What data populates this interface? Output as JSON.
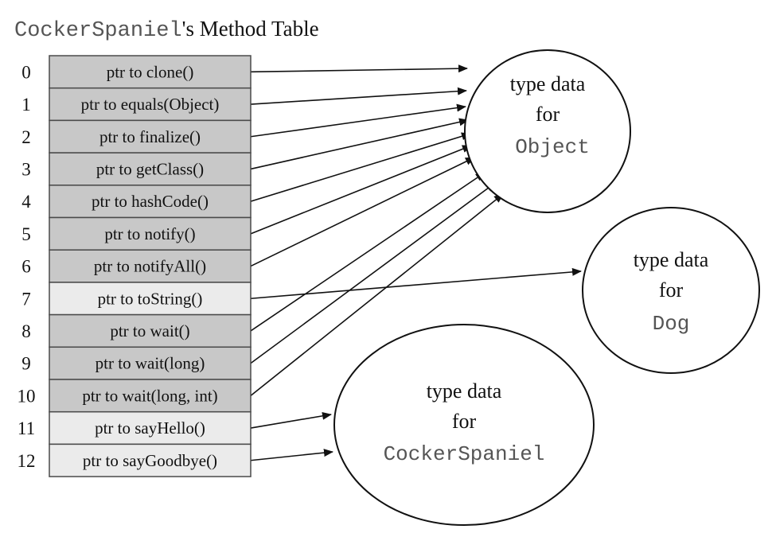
{
  "title": {
    "class_name": "CockerSpaniel",
    "suffix": "'s Method Table"
  },
  "fill_colors": {
    "inherited": "#c8c8c8",
    "defined": "#ebebeb",
    "border": "#4a4a4a",
    "arrow": "#111111"
  },
  "method_table": [
    {
      "index": "0",
      "label": "ptr to clone()",
      "shade": "inherited",
      "target": "object"
    },
    {
      "index": "1",
      "label": "ptr to equals(Object)",
      "shade": "inherited",
      "target": "object"
    },
    {
      "index": "2",
      "label": "ptr to finalize()",
      "shade": "inherited",
      "target": "object"
    },
    {
      "index": "3",
      "label": "ptr to getClass()",
      "shade": "inherited",
      "target": "object"
    },
    {
      "index": "4",
      "label": "ptr to hashCode()",
      "shade": "inherited",
      "target": "object"
    },
    {
      "index": "5",
      "label": "ptr to notify()",
      "shade": "inherited",
      "target": "object"
    },
    {
      "index": "6",
      "label": "ptr to notifyAll()",
      "shade": "inherited",
      "target": "object"
    },
    {
      "index": "7",
      "label": "ptr to toString()",
      "shade": "defined",
      "target": "dog"
    },
    {
      "index": "8",
      "label": "ptr to wait()",
      "shade": "inherited",
      "target": "object"
    },
    {
      "index": "9",
      "label": "ptr to wait(long)",
      "shade": "inherited",
      "target": "object"
    },
    {
      "index": "10",
      "label": "ptr to wait(long, int)",
      "shade": "inherited",
      "target": "object"
    },
    {
      "index": "11",
      "label": "ptr to sayHello()",
      "shade": "defined",
      "target": "cockerspaniel"
    },
    {
      "index": "12",
      "label": "ptr to sayGoodbye()",
      "shade": "defined",
      "target": "cockerspaniel"
    }
  ],
  "type_nodes": {
    "object": {
      "line1": "type data",
      "line2": "for",
      "type_name": "Object"
    },
    "dog": {
      "line1": "type data",
      "line2": "for",
      "type_name": "Dog"
    },
    "cockerspaniel": {
      "line1": "type data",
      "line2": "for",
      "type_name": "CockerSpaniel"
    }
  }
}
